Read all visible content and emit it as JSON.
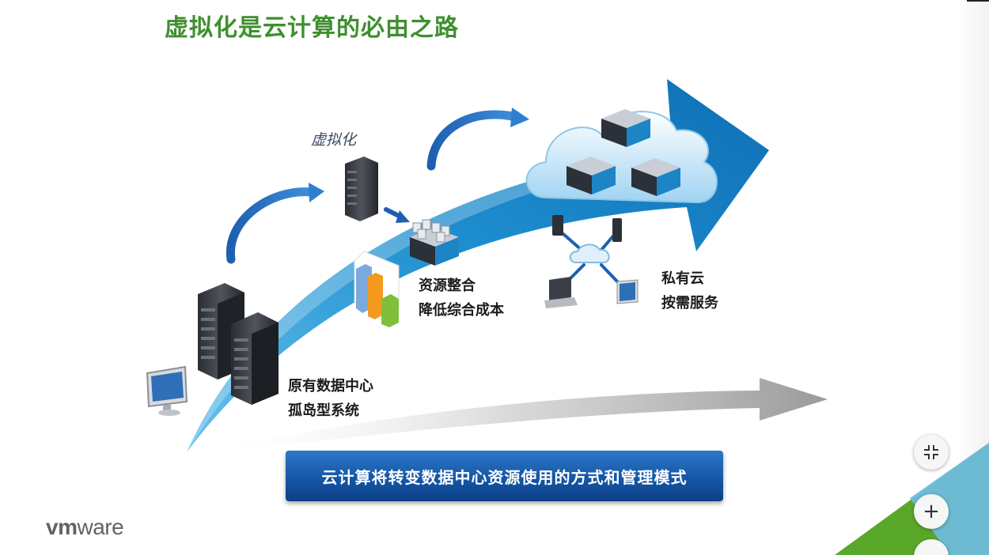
{
  "slide": {
    "title": "虚拟化是云计算的必由之路",
    "stage_virtualization": "虚拟化",
    "stage1_line1": "原有数据中心",
    "stage1_line2": "孤岛型系统",
    "stage2_line1": "资源整合",
    "stage2_line2": "降低综合成本",
    "stage3_line1": "私有云",
    "stage3_line2": "按需服务",
    "banner": "云计算将转变数据中心资源使用的方式和管理模式",
    "logo_vm": "vm",
    "logo_ware": "ware"
  },
  "controls": {
    "fullscreen_icon": "exit-fullscreen-icon",
    "zoom_icon": "plus-icon",
    "zoom_symbol": "+"
  },
  "colors": {
    "title": "#3f8f2f",
    "arrow_blue": "#1a86c9",
    "banner": "#1557a6",
    "corner_green": "#5aa829",
    "corner_blue": "#6fbde6"
  }
}
